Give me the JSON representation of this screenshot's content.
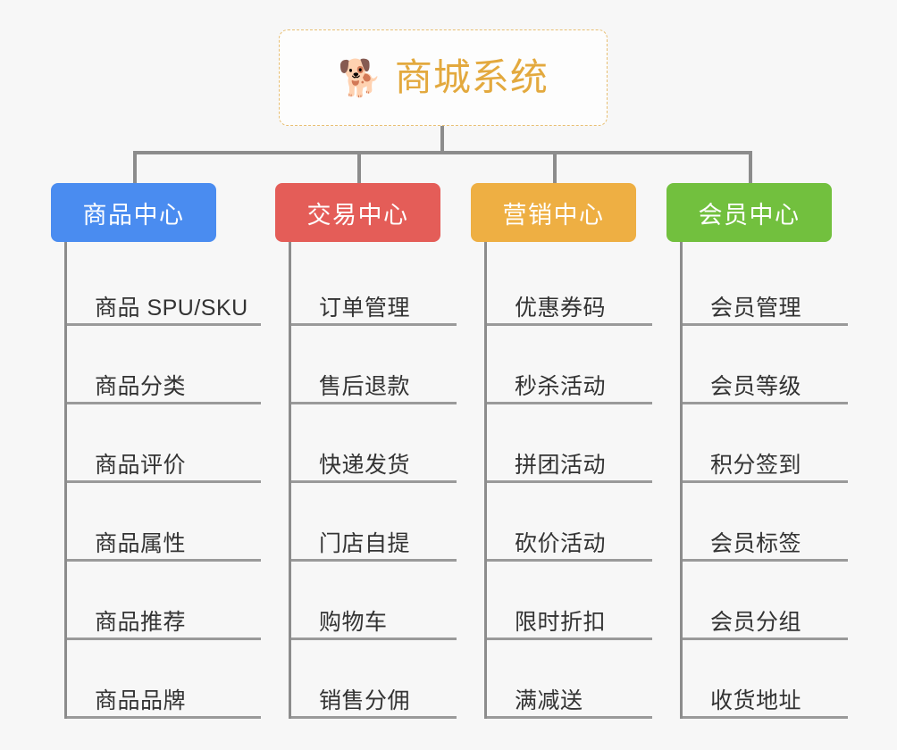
{
  "root": {
    "icon": "shiba-dog-face-emoji",
    "icon_glyph": "🐕",
    "title": "商城系统"
  },
  "colors": {
    "background": "#f7f7f7",
    "connector": "#8c8c8c",
    "leaf_rule": "#9a9a9a",
    "leaf_text": "#333333",
    "root_border": "#e8bf72",
    "root_title": "#e3a93e",
    "branch_blue": "#4a8cf0",
    "branch_red": "#e45d58",
    "branch_orange": "#eeaf43",
    "branch_green": "#72c03e"
  },
  "branches": [
    {
      "label": "商品中心",
      "color": "#4a8cf0",
      "items": [
        {
          "label": "商品 SPU/SKU"
        },
        {
          "label": "商品分类"
        },
        {
          "label": "商品评价"
        },
        {
          "label": "商品属性"
        },
        {
          "label": "商品推荐"
        },
        {
          "label": "商品品牌"
        }
      ]
    },
    {
      "label": "交易中心",
      "color": "#e45d58",
      "items": [
        {
          "label": "订单管理"
        },
        {
          "label": "售后退款"
        },
        {
          "label": "快递发货"
        },
        {
          "label": "门店自提"
        },
        {
          "label": "购物车"
        },
        {
          "label": "销售分佣"
        }
      ]
    },
    {
      "label": "营销中心",
      "color": "#eeaf43",
      "items": [
        {
          "label": "优惠券码"
        },
        {
          "label": "秒杀活动"
        },
        {
          "label": "拼团活动"
        },
        {
          "label": "砍价活动"
        },
        {
          "label": "限时折扣"
        },
        {
          "label": "满减送"
        }
      ]
    },
    {
      "label": "会员中心",
      "color": "#72c03e",
      "items": [
        {
          "label": "会员管理"
        },
        {
          "label": "会员等级"
        },
        {
          "label": "积分签到"
        },
        {
          "label": "会员标签"
        },
        {
          "label": "会员分组"
        },
        {
          "label": "收货地址"
        }
      ]
    }
  ]
}
